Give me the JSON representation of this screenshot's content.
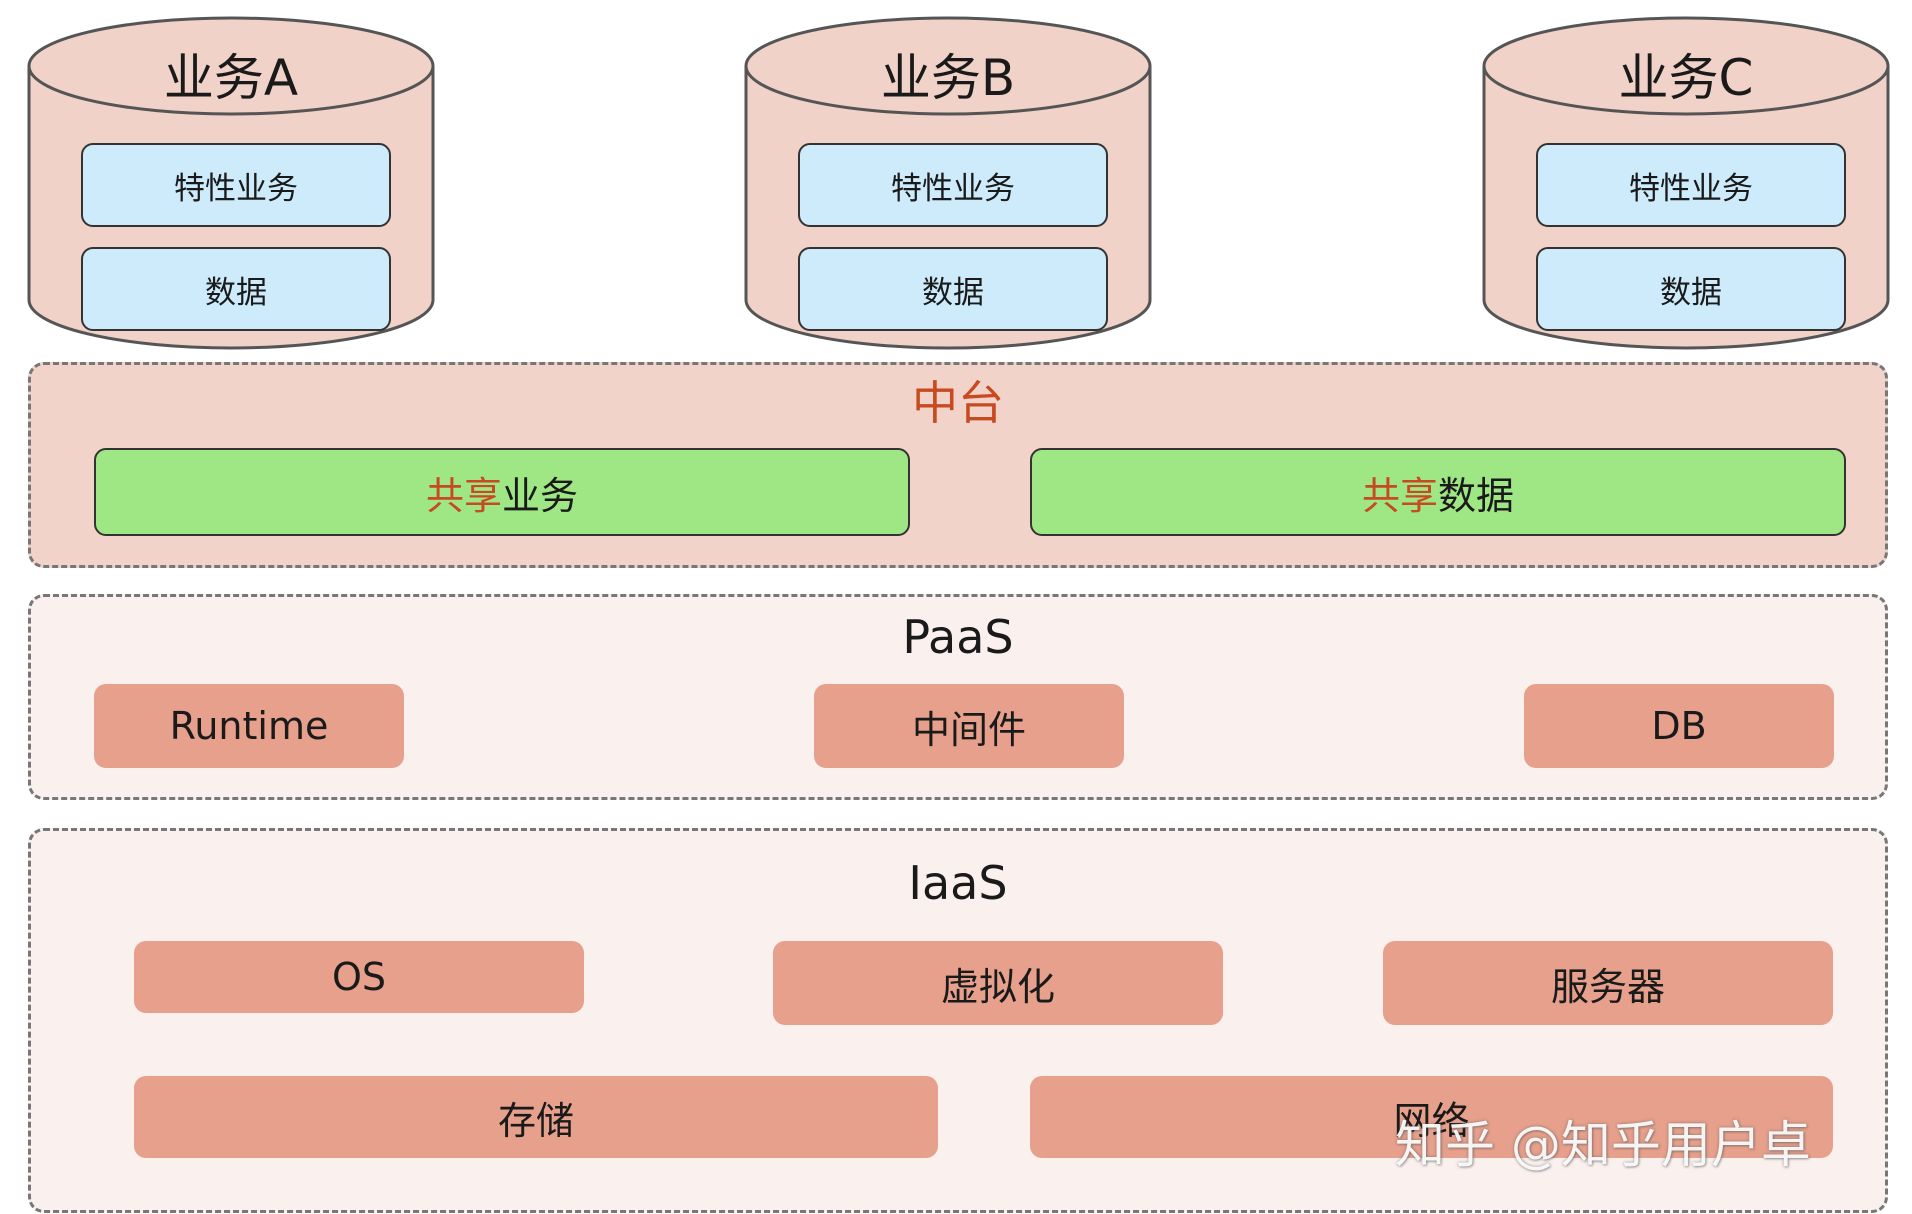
{
  "businesses": [
    {
      "title": "业务A",
      "feature": "特性业务",
      "data": "数据"
    },
    {
      "title": "业务B",
      "feature": "特性业务",
      "data": "数据"
    },
    {
      "title": "业务C",
      "feature": "特性业务",
      "data": "数据"
    }
  ],
  "middle": {
    "title": "中台",
    "shared_business": {
      "prefix": "共享",
      "suffix": "业务"
    },
    "shared_data": {
      "prefix": "共享",
      "suffix": "数据"
    }
  },
  "paas": {
    "title": "PaaS",
    "items": [
      "Runtime",
      "中间件",
      "DB"
    ]
  },
  "iaas": {
    "title": "IaaS",
    "items": [
      "OS",
      "虚拟化",
      "服务器",
      "存储",
      "网络"
    ]
  },
  "watermark": "知乎 @知乎用户卓",
  "colors": {
    "cylinder_fill": "#f0d2c8",
    "inner_box_fill": "#cdebfb",
    "middle_panel_fill": "#f1d3c9",
    "shared_fill": "#9ee784",
    "highlight_text": "#c84a20",
    "layer_panel_fill": "#faf0ee",
    "cell_fill": "#e6a08c"
  }
}
